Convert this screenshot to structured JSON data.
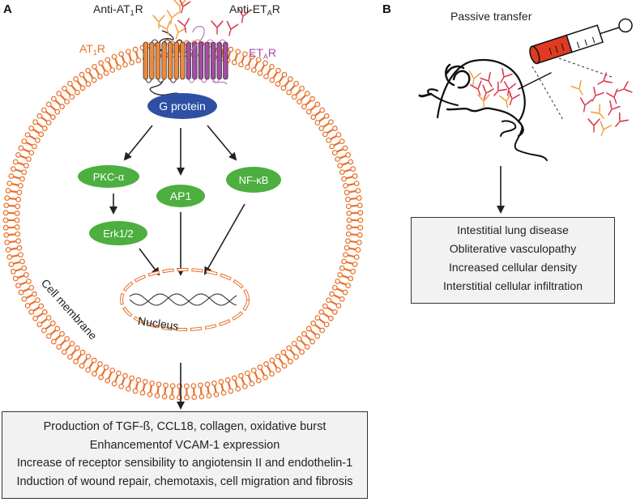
{
  "panel_a": {
    "label": "A",
    "antibody_labels": {
      "anti_at1r_prefix": "Anti-AT",
      "anti_at1r_sub": "1",
      "anti_at1r_suffix": "R",
      "anti_etar_prefix": "Anti-ET",
      "anti_etar_sub": "A",
      "anti_etar_suffix": "R"
    },
    "receptor_labels": {
      "at1r_prefix": "AT",
      "at1r_sub": "1",
      "at1r_suffix": "R",
      "etar_prefix": "ET",
      "etar_sub": "A",
      "etar_suffix": "R"
    },
    "g_protein": "G protein",
    "nodes": {
      "pkc": "PKC-α",
      "ap1": "AP1",
      "nfkb": "NF-κB",
      "erk": "Erk1/2"
    },
    "nucleus_label": "Nucleus",
    "membrane_label": "Cell membrane",
    "outcomes": [
      "Production of TGF-ß, CCL18, collagen, oxidative burst",
      "Enhancementof VCAM-1 expression",
      "Increase of receptor sensibility to angiotensin II and endothelin-1",
      "Induction of wound repair, chemotaxis, cell migration and fibrosis"
    ]
  },
  "panel_b": {
    "label": "B",
    "title": "Passive transfer",
    "outcomes": [
      "Intestitial lung disease",
      "Obliterative vasculopathy",
      "Increased cellular density",
      "Interstitial cellular infiltration"
    ]
  },
  "colors": {
    "membrane": "#e8702a",
    "at1r": "#f08a3c",
    "etar": "#a64ca6",
    "g_protein": "#2e4fa3",
    "node_green": "#4caf3f",
    "antibody_orange": "#f0a040",
    "antibody_red": "#d9344a",
    "syringe_red": "#e03a22"
  }
}
